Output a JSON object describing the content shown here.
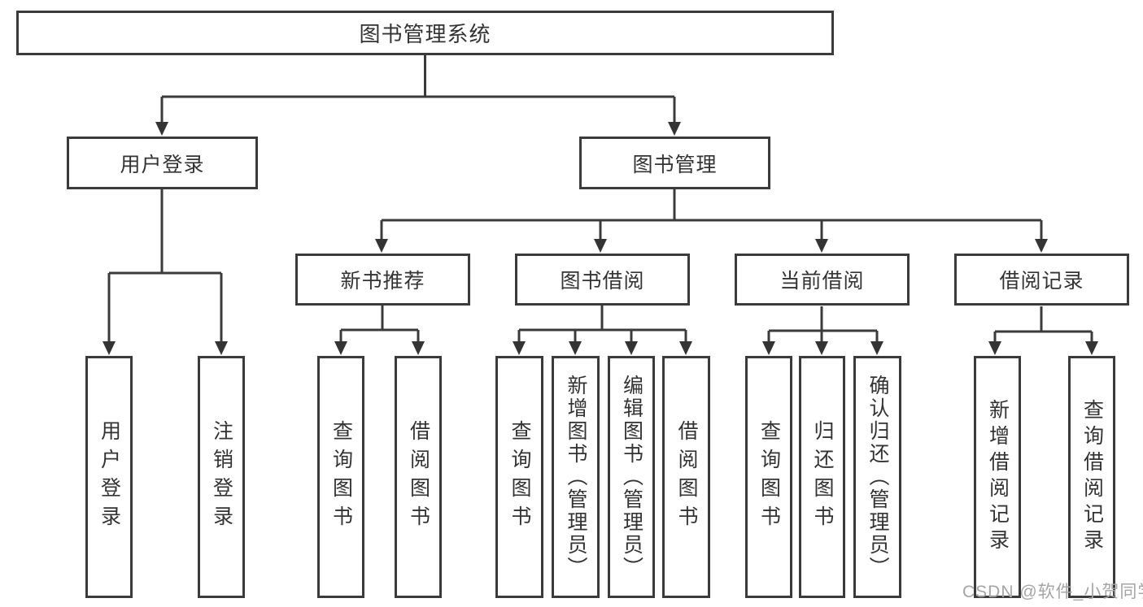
{
  "tree": {
    "label": "图书管理系统",
    "children": [
      {
        "label": "用户登录",
        "children": [
          {
            "label": "用户登录"
          },
          {
            "label": "注销登录"
          }
        ]
      },
      {
        "label": "图书管理",
        "children": [
          {
            "label": "新书推荐",
            "children": [
              {
                "label": "查询图书"
              },
              {
                "label": "借阅图书"
              }
            ]
          },
          {
            "label": "图书借阅",
            "children": [
              {
                "label": "查询图书"
              },
              {
                "label": "新增图书（管理员）"
              },
              {
                "label": "编辑图书（管理员）"
              },
              {
                "label": "借阅图书"
              }
            ]
          },
          {
            "label": "当前借阅",
            "children": [
              {
                "label": "查询图书"
              },
              {
                "label": "归还图书"
              },
              {
                "label": "确认归还（管理员）"
              }
            ]
          },
          {
            "label": "借阅记录",
            "children": [
              {
                "label": "新增借阅记录"
              },
              {
                "label": "查询借阅记录"
              }
            ]
          }
        ]
      }
    ]
  },
  "watermark": {
    "text": "CSDN @软件_小贺同学"
  },
  "colors": {
    "line": "#3b3b3b",
    "text": "#333333",
    "background": "#ffffff",
    "watermark": "#a5a5a5"
  }
}
